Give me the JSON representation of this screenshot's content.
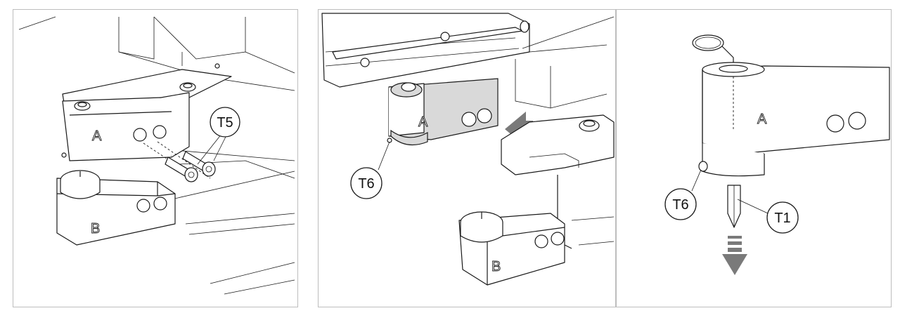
{
  "panels": [
    {
      "part_labels": [
        "A",
        "B"
      ],
      "callouts": [
        "T5"
      ]
    },
    {
      "part_labels": [
        "A",
        "B"
      ],
      "callouts": [
        "T6"
      ],
      "colors": {
        "highlight_part": "#d9d9d9",
        "arrow": "#7a7a7a"
      }
    },
    {
      "part_labels": [
        "A"
      ],
      "callouts": [
        "T6",
        "T1"
      ],
      "colors": {
        "arrow": "#7a7a7a"
      }
    }
  ],
  "icons": [
    "insert-arrow-icon",
    "pull-down-arrow-icon",
    "ring-pull-icon",
    "screw-icon",
    "pin-icon"
  ]
}
